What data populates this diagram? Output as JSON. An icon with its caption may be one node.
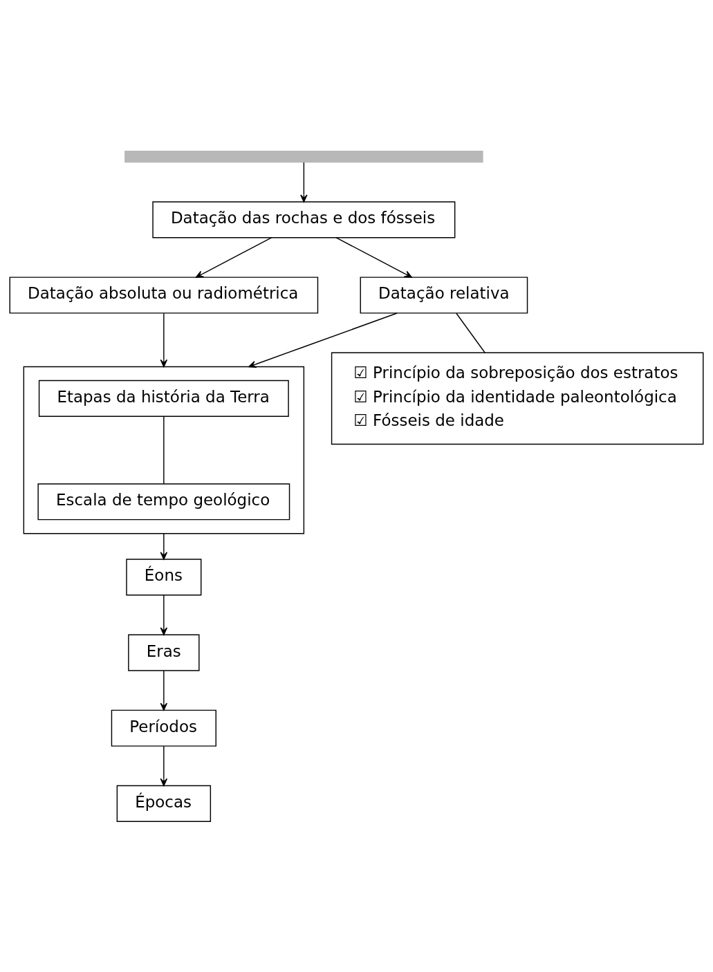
{
  "diagram": {
    "nodes": [
      {
        "text": [],
        "shape": "box"
      },
      {
        "text": [
          "Datação das rochas e dos fósseis"
        ]
      },
      {
        "text": [
          "Datação absoluta ou radiométrica"
        ]
      },
      {
        "text": [
          "Datação relativa"
        ]
      },
      {
        "text": [
          "☑ Princípio da sobreposição dos estratos",
          "☑ Princípio da identidade paleontológica",
          "☑ Fósseis de idade"
        ]
      },
      {
        "text": [],
        "shape": "box"
      },
      {
        "text": [
          "Etapas da história da Terra"
        ],
        "in": 5
      },
      {
        "text": [
          "Escala de tempo geológico"
        ],
        "in": 5
      },
      {
        "text": [
          "Éons"
        ]
      },
      {
        "text": [
          "Eras"
        ]
      },
      {
        "text": [
          "Períodos"
        ]
      },
      {
        "text": [
          "Épocas"
        ]
      }
    ],
    "edges": [
      {
        "from": 0,
        "to": 1,
        "arrow": "to"
      },
      {
        "from": 1,
        "to": 2,
        "arrow": "to"
      },
      {
        "from": 1,
        "to": 3,
        "arrow": "to"
      },
      {
        "from": 3,
        "to": 4,
        "arrow": "none"
      },
      {
        "from": 2,
        "to": 5,
        "arrow": "to"
      },
      {
        "from": 3,
        "to": 5,
        "arrow": "to"
      },
      {
        "from": 6,
        "to": 7,
        "arrow": "none"
      },
      {
        "from": 5,
        "to": 8,
        "arrow": "to"
      },
      {
        "from": 8,
        "to": 9,
        "arrow": "to"
      },
      {
        "from": 9,
        "to": 10,
        "arrow": "to"
      },
      {
        "from": 10,
        "to": 11,
        "arrow": "to"
      }
    ]
  }
}
